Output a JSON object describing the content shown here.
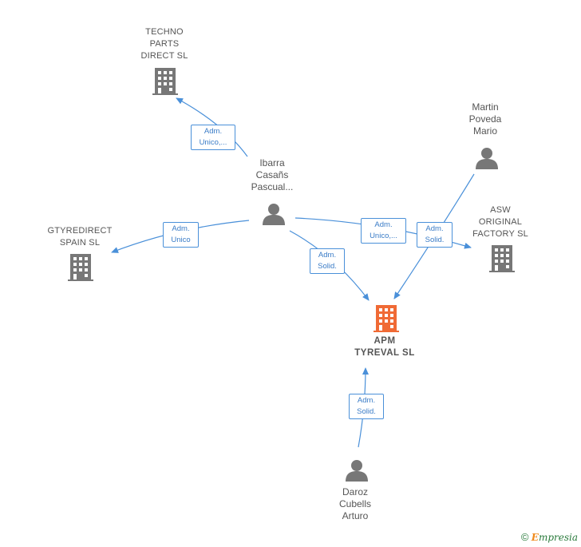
{
  "nodes": {
    "techno": {
      "lines": [
        "TECHNO",
        "PARTS",
        "DIRECT SL"
      ],
      "kind": "company"
    },
    "martin": {
      "lines": [
        "Martin",
        "Poveda",
        "Mario"
      ],
      "kind": "person"
    },
    "ibarra": {
      "lines": [
        "Ibarra",
        "Casañs",
        "Pascual..."
      ],
      "kind": "person"
    },
    "gtyre": {
      "lines": [
        "GTYREDIRECT",
        "SPAIN SL"
      ],
      "kind": "company"
    },
    "asw": {
      "lines": [
        "ASW",
        "ORIGINAL",
        "FACTORY  SL"
      ],
      "kind": "company"
    },
    "apm": {
      "lines": [
        "APM",
        "TYREVAL  SL"
      ],
      "kind": "main"
    },
    "daroz": {
      "lines": [
        "Daroz",
        "Cubells",
        "Arturo"
      ],
      "kind": "person"
    }
  },
  "edges": [
    {
      "from": "ibarra",
      "to": "techno",
      "label": [
        "Adm.",
        "Unico,..."
      ]
    },
    {
      "from": "ibarra",
      "to": "gtyre",
      "label": [
        "Adm.",
        "Unico"
      ]
    },
    {
      "from": "ibarra",
      "to": "apm",
      "label": [
        "Adm.",
        "Solid."
      ]
    },
    {
      "from": "ibarra",
      "to": "asw",
      "label": [
        "Adm.",
        "Unico,..."
      ]
    },
    {
      "from": "martin",
      "to": "apm",
      "label": [
        "Adm.",
        "Solid."
      ]
    },
    {
      "from": "daroz",
      "to": "apm",
      "label": [
        "Adm.",
        "Solid."
      ]
    }
  ],
  "colors": {
    "edge": "#4a90d9",
    "company_icon": "#777777",
    "main_icon": "#f06a35",
    "person_icon": "#777777",
    "label_text": "#555555"
  },
  "footer": {
    "copyright": "©",
    "brand_first": "E",
    "brand_rest": "mpresia"
  }
}
